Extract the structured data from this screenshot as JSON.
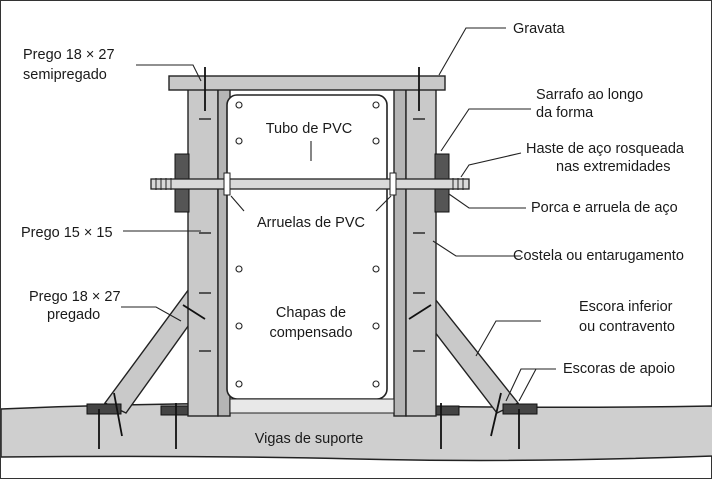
{
  "labels": {
    "gravata": "Gravata",
    "prego_semipregado_1": "Prego 18 × 27",
    "prego_semipregado_2": "semipregado",
    "sarrafo_1": "Sarrafo ao longo",
    "sarrafo_2": "da forma",
    "tubo_pvc": "Tubo de PVC",
    "haste_1": "Haste de aço rosqueada",
    "haste_2": "nas extremidades",
    "porca": "Porca e arruela de aço",
    "arruelas_pvc": "Arruelas de PVC",
    "prego_15": "Prego 15 × 15",
    "costela": "Costela ou entarugamento",
    "prego_pregado_1": "Prego 18 × 27",
    "prego_pregado_2": "pregado",
    "chapas_1": "Chapas de",
    "chapas_2": "compensado",
    "escora_inf_1": "Escora inferior",
    "escora_inf_2": "ou contravento",
    "escoras_apoio": "Escoras de apoio",
    "vigas": "Vigas de suporte"
  },
  "colors": {
    "wood": "#c9c9c9",
    "base_beam": "#cfcfcf",
    "steel_block": "#555555",
    "line": "#222222"
  }
}
